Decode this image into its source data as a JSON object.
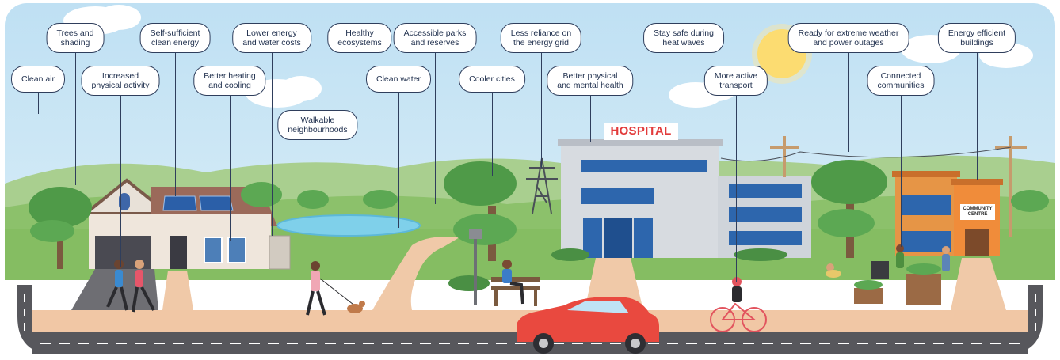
{
  "diagram": {
    "callouts": [
      {
        "id": "clean-air",
        "text": "Clean air"
      },
      {
        "id": "trees-shading",
        "text": "Trees and\nshading"
      },
      {
        "id": "increased-activity",
        "text": "Increased\nphysical activity"
      },
      {
        "id": "self-sufficient-energy",
        "text": "Self-sufficient\nclean energy"
      },
      {
        "id": "better-heating-cooling",
        "text": "Better heating\nand cooling"
      },
      {
        "id": "lower-costs",
        "text": "Lower energy\nand water costs"
      },
      {
        "id": "walkable",
        "text": "Walkable\nneighbourhoods"
      },
      {
        "id": "healthy-ecosystems",
        "text": "Healthy\necosystems"
      },
      {
        "id": "clean-water",
        "text": "Clean water"
      },
      {
        "id": "accessible-parks",
        "text": "Accessible parks\nand reserves"
      },
      {
        "id": "cooler-cities",
        "text": "Cooler cities"
      },
      {
        "id": "less-reliance-grid",
        "text": "Less reliance on\nthe energy grid"
      },
      {
        "id": "better-health",
        "text": "Better physical\nand mental health"
      },
      {
        "id": "stay-safe-heat",
        "text": "Stay safe during\nheat waves"
      },
      {
        "id": "active-transport",
        "text": "More active\ntransport"
      },
      {
        "id": "extreme-weather",
        "text": "Ready for extreme weather\nand power outages"
      },
      {
        "id": "connected-communities",
        "text": "Connected\ncommunities"
      },
      {
        "id": "energy-efficient",
        "text": "Energy efficient\nbuildings"
      }
    ],
    "signs": {
      "hospital": "HOSPITAL",
      "community_centre": "COMMUNITY\nCENTRE"
    }
  }
}
